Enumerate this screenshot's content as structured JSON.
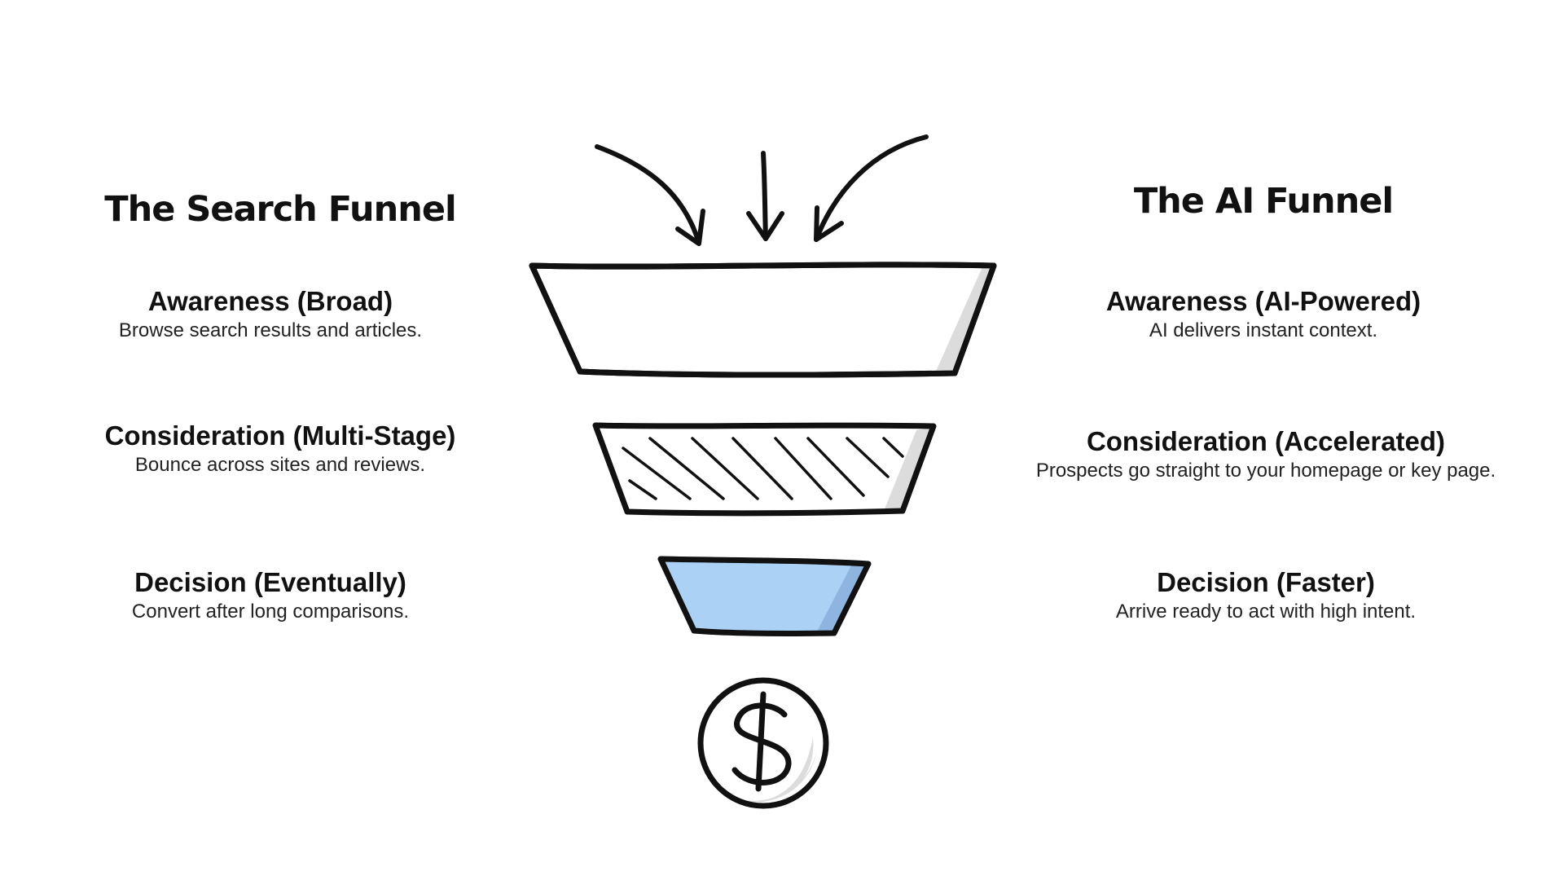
{
  "left_column": {
    "title": "The Search Funnel",
    "stages": [
      {
        "name": "Awareness (Broad)",
        "description": "Browse search results and articles."
      },
      {
        "name": "Consideration (Multi-Stage)",
        "description": "Bounce across sites and reviews."
      },
      {
        "name": "Decision (Eventually)",
        "description": "Convert after long comparisons."
      }
    ]
  },
  "right_column": {
    "title": "The AI Funnel",
    "stages": [
      {
        "name": "Awareness (AI-Powered)",
        "description": "AI delivers instant context."
      },
      {
        "name": "Consideration (Accelerated)",
        "description": "Prospects go straight to your homepage or key page."
      },
      {
        "name": "Decision (Faster)",
        "description": "Arrive ready to act with high intent."
      }
    ]
  },
  "colors": {
    "stroke": "#111111",
    "shadow": "#dcdcdc",
    "decision_fill": "#abd1f5",
    "decision_shadow": "#8db5df"
  },
  "icons": [
    "arrow-left-curved-icon",
    "arrow-down-icon",
    "arrow-right-curved-icon",
    "dollar-coin-icon"
  ]
}
